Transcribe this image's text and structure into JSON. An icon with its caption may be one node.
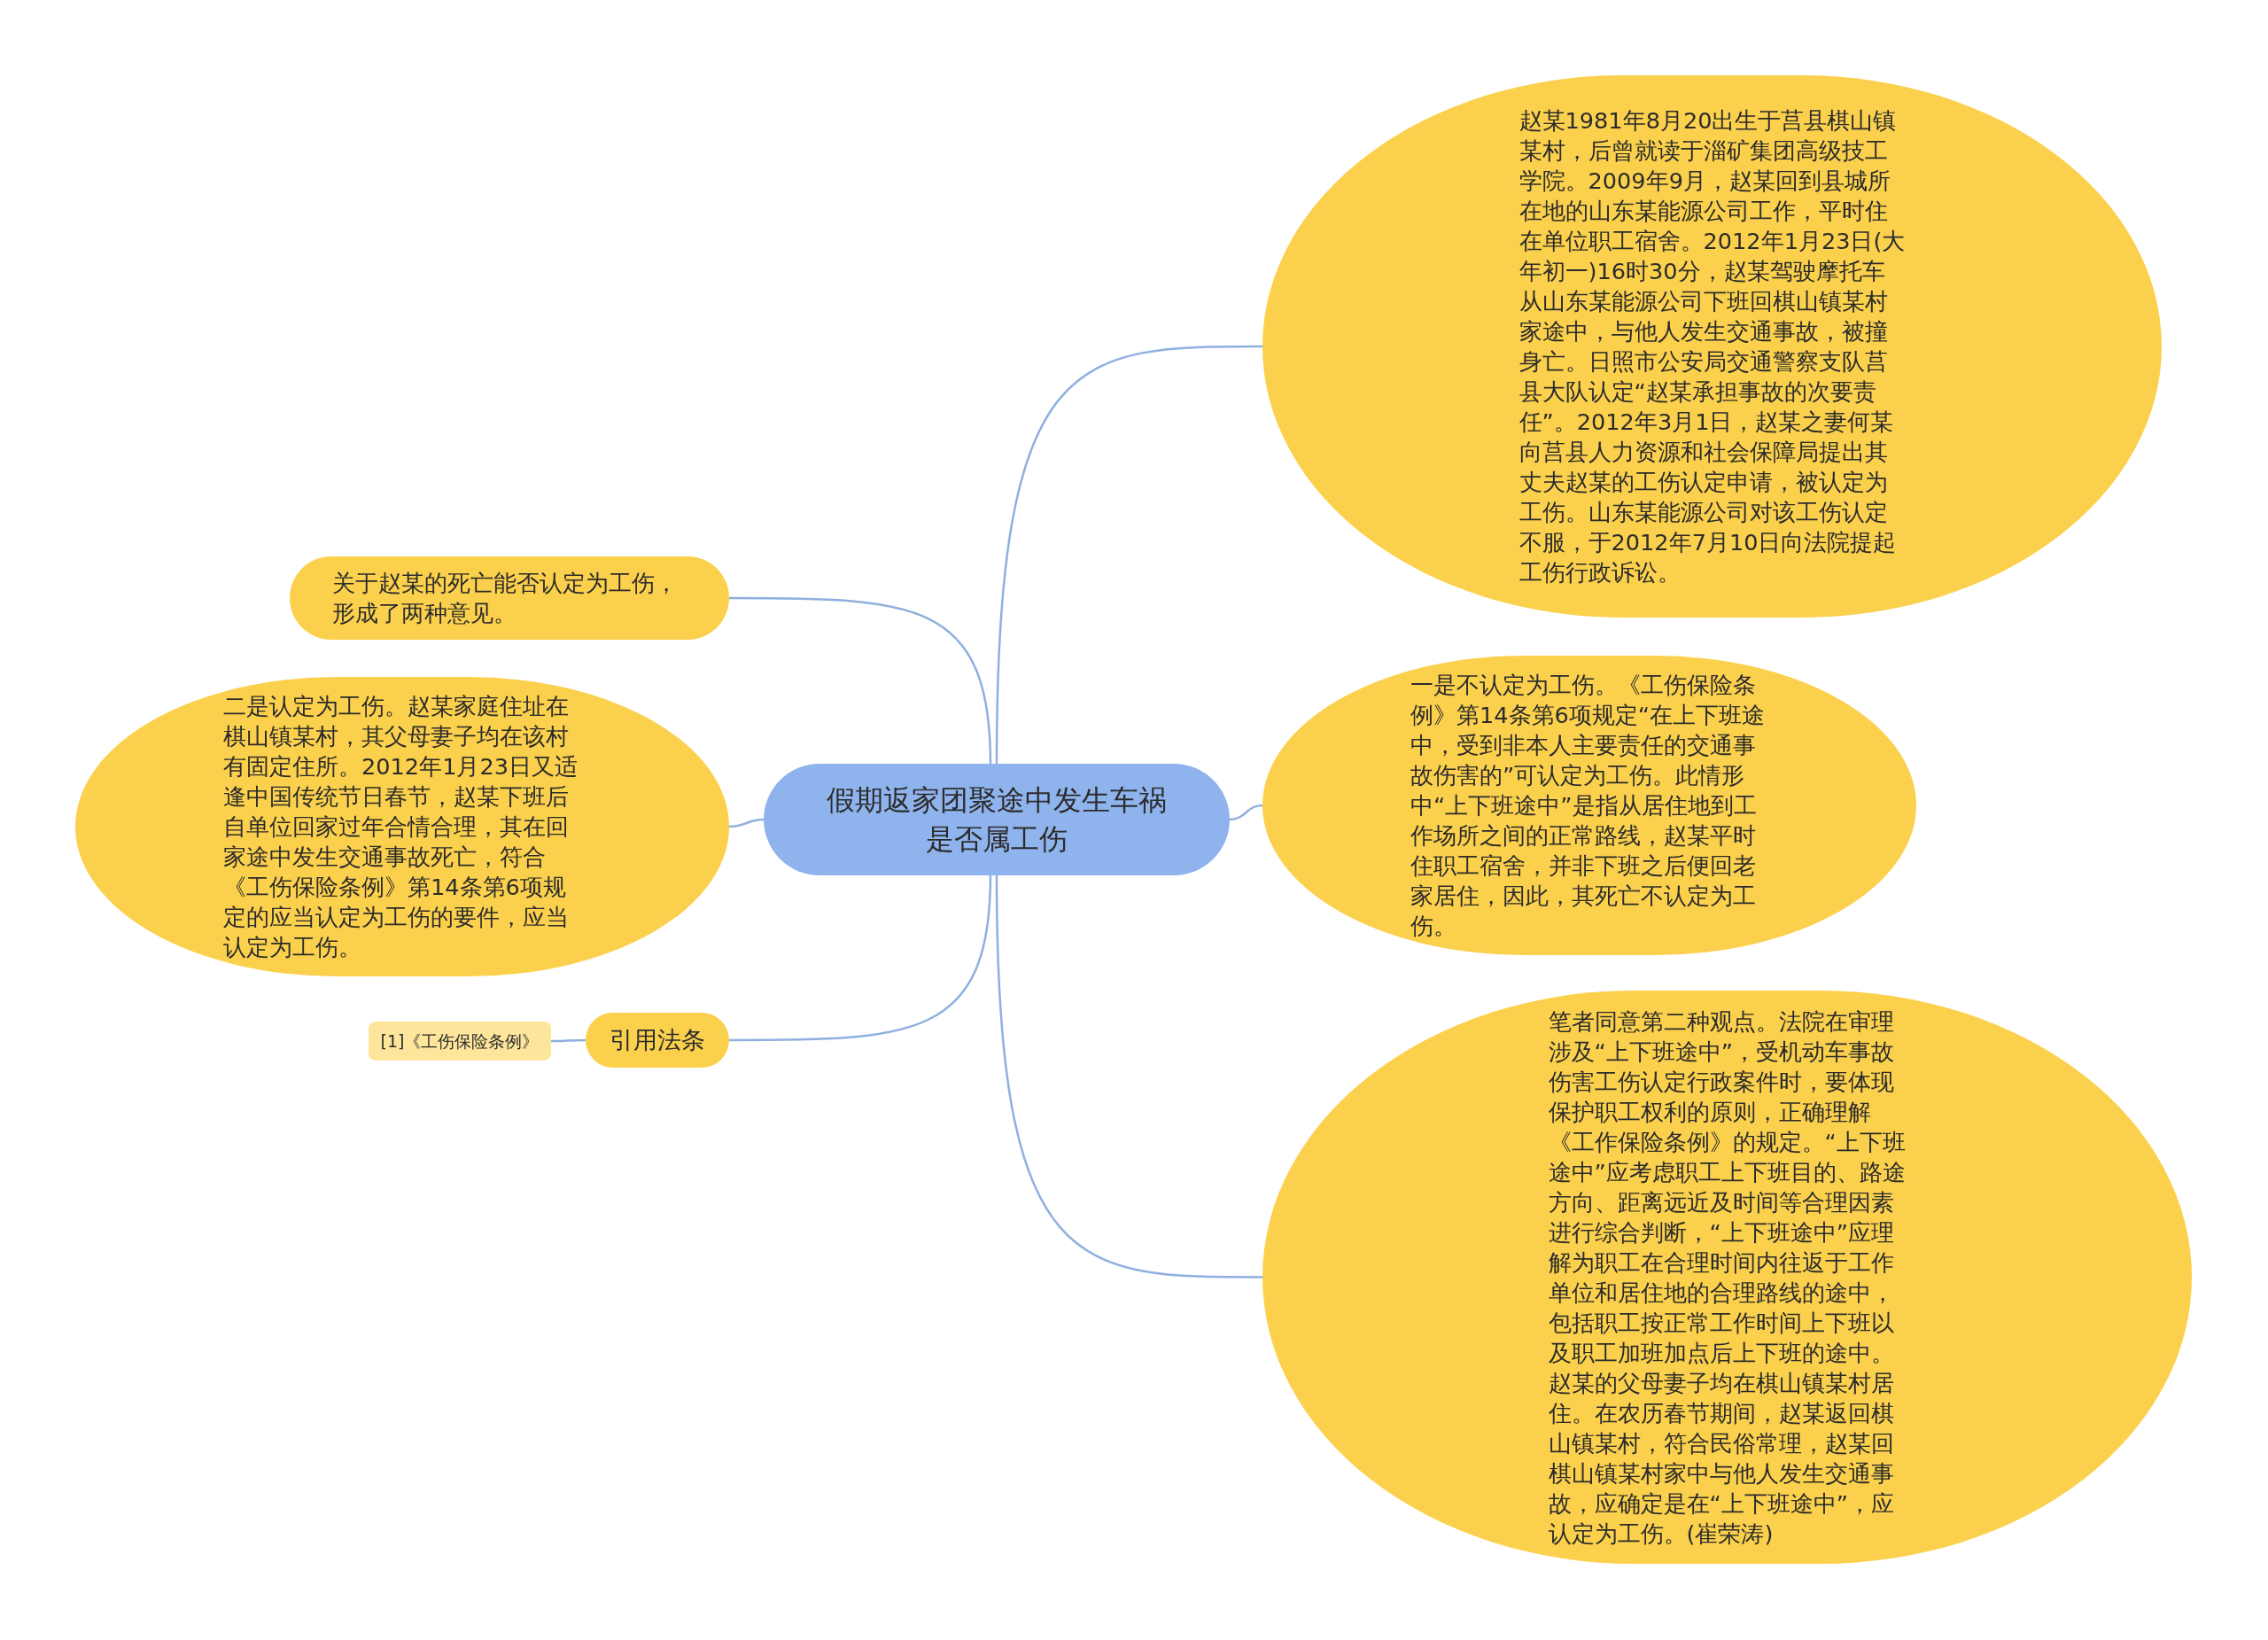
{
  "diagram": {
    "nodes": [
      {
        "text": [
          "假期返家团聚途中发生车祸是否属工伤"
        ]
      },
      {
        "text": [
          "赵某1981年8月20出生于莒县棋山镇某村，后曾就读于淄矿集团高级技工学院。2009年9月，赵某回到县城所在地的山东某能源公司工作，平时住在单位职工宿舍。2012年1月23日(大年初一)16时30分，赵某驾驶摩托车从山东某能源公司下班回棋山镇某村家途中，与他人发生交通事故，被撞身亡。日照市公安局交通警察支队莒县大队认定“赵某承担事故的次要责任”。2012年3月1日，赵某之妻何某向莒县人力资源和社会保障局提出其丈夫赵某的工伤认定申请，被认定为工伤。山东某能源公司对该工伤认定不服，于2012年7月10日向法院提起工伤行政诉讼。"
        ]
      },
      {
        "text": [
          "一是不认定为工伤。《工伤保险条例》第14条第6项规定“在上下班途中，受到非本人主要责任的交通事故伤害的”可认定为工伤。此情形中“上下班途中”是指从居住地到工作场所之间的正常路线，赵某平时住职工宿舍，并非下班之后便回老家居住，因此，其死亡不认定为工伤。"
        ]
      },
      {
        "text": [
          "笔者同意第二种观点。法院在审理涉及“上下班途中”，受机动车事故伤害工伤认定行政案件时，要体现保护职工权利的原则，正确理解《工作保险条例》的规定。“上下班途中”应考虑职工上下班目的、路途方向、距离远近及时间等合理因素进行综合判断，“上下班途中”应理解为职工在合理时间内往返于工作单位和居住地的合理路线的途中，包括职工按正常工作时间上下班以及职工加班加点后上下班的途中。赵某的父母妻子均在棋山镇某村居住。在农历春节期间，赵某返回棋山镇某村，符合民俗常理，赵某回棋山镇某村家中与他人发生交通事故，应确定是在“上下班途中”，应认定为工伤。(崔荣涛)"
        ]
      },
      {
        "text": [
          "关于赵某的死亡能否认定为工伤，形成了两种意见。"
        ]
      },
      {
        "text": [
          "二是认定为工伤。赵某家庭住址在棋山镇某村，其父母妻子均在该村有固定住所。2012年1月23日又适逢中国传统节日春节，赵某下班后自单位回家过年合情合理，其在回家途中发生交通事故死亡，符合《工伤保险条例》第14条第6项规定的应当认定为工伤的要件，应当认定为工伤。"
        ]
      },
      {
        "text": [
          "引用法条"
        ]
      },
      {
        "text": [
          "[1]《工伤保险条例》"
        ]
      }
    ],
    "edges": [
      {
        "from": 0,
        "to": 1,
        "arrow": "none"
      },
      {
        "from": 0,
        "to": 2,
        "arrow": "none"
      },
      {
        "from": 0,
        "to": 3,
        "arrow": "none"
      },
      {
        "from": 0,
        "to": 4,
        "arrow": "none"
      },
      {
        "from": 0,
        "to": 5,
        "arrow": "none"
      },
      {
        "from": 0,
        "to": 6,
        "arrow": "none"
      },
      {
        "from": 6,
        "to": 7,
        "arrow": "none"
      }
    ]
  }
}
